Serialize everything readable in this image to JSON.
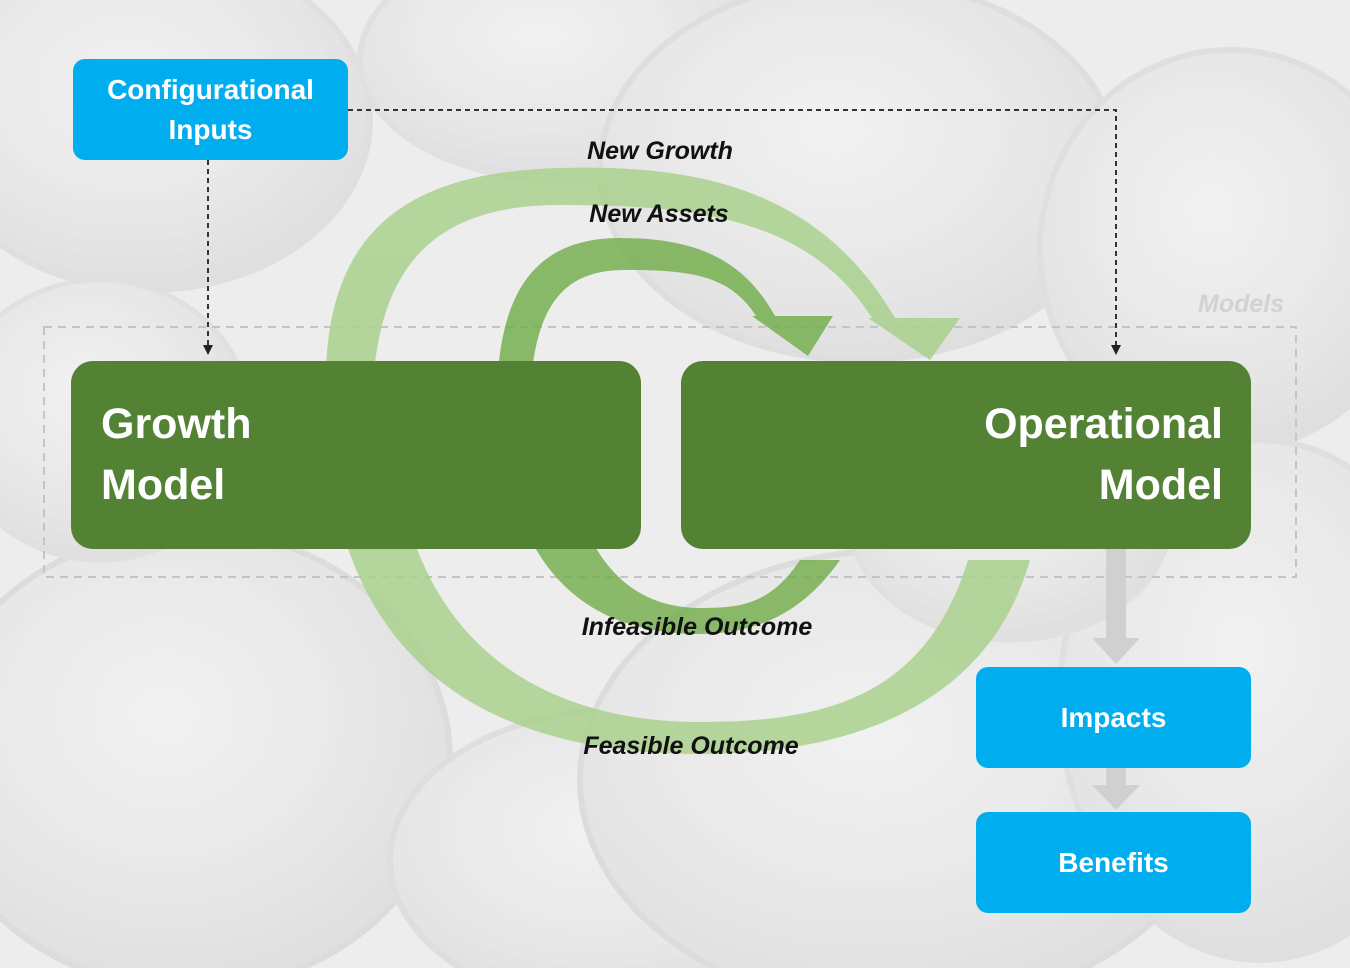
{
  "diagram": {
    "nodes": {
      "configurational_inputs": {
        "lines": [
          "Configurational",
          "Inputs"
        ]
      },
      "growth_model": {
        "lines": [
          "Growth",
          "Model"
        ]
      },
      "operational_model": {
        "lines": [
          "Operational",
          "Model"
        ]
      },
      "impacts": {
        "label": "Impacts"
      },
      "benefits": {
        "label": "Benefits"
      }
    },
    "group": {
      "label": "Models"
    },
    "edges": {
      "new_growth": {
        "label": "New Growth",
        "from": "Growth Model",
        "to": "Operational Model"
      },
      "new_assets": {
        "label": "New Assets",
        "from": "Growth Model",
        "to": "Operational Model"
      },
      "infeasible_outcome": {
        "label": "Infeasible Outcome",
        "from": "Operational Model",
        "to": "Growth Model"
      },
      "feasible_outcome": {
        "label": "Feasible Outcome",
        "from": "Operational Model",
        "to": "Growth Model"
      }
    }
  },
  "colors": {
    "model_box": "#548235",
    "io_box": "#00adef",
    "arrow_inner": "#70ad47",
    "arrow_light": "#a9d18e",
    "background": "#e9e9e9"
  }
}
